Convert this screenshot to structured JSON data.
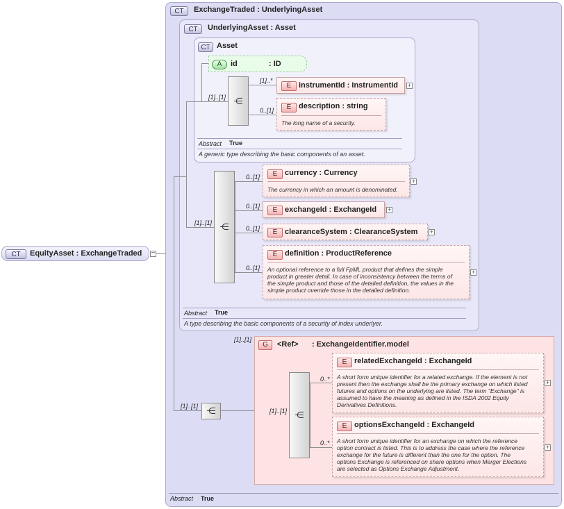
{
  "root": {
    "badge": "CT",
    "name": "EquityAsset",
    "type": "ExchangeTraded"
  },
  "exchange_traded": {
    "badge": "CT",
    "name": "ExchangeTraded",
    "base": "UnderlyingAsset",
    "abstract_label": "Abstract",
    "abstract_value": "True"
  },
  "underlying_asset": {
    "badge": "CT",
    "name": "UnderlyingAsset",
    "base": "Asset",
    "abstract_label": "Abstract",
    "abstract_value": "True",
    "doc": "A type describing the basic components of a security of index underlyer."
  },
  "asset": {
    "badge": "CT",
    "name": "Asset",
    "abstract_label": "Abstract",
    "abstract_value": "True",
    "doc": "A generic type describing the basic components of an asset.",
    "attribute": {
      "badge": "A",
      "name": "id",
      "type": ": ID"
    },
    "seq_card": "[1]..[1]",
    "elements": [
      {
        "badge": "E",
        "name": "instrumentId",
        "type": "InstrumentId",
        "card": "[1]..*",
        "doc": ""
      },
      {
        "badge": "E",
        "name": "description",
        "type": "string",
        "card": "0..[1]",
        "doc": "The long name of a security."
      }
    ]
  },
  "underlying_seq_card": "[1]..[1]",
  "underlying_elements": [
    {
      "badge": "E",
      "name": "currency",
      "type": "Currency",
      "card": "0..[1]",
      "doc": "The currency in which an amount is denominated."
    },
    {
      "badge": "E",
      "name": "exchangeId",
      "type": "ExchangeId",
      "card": "0..[1]",
      "doc": ""
    },
    {
      "badge": "E",
      "name": "clearanceSystem",
      "type": "ClearanceSystem",
      "card": "0..[1]",
      "doc": ""
    },
    {
      "badge": "E",
      "name": "definition",
      "type": "ProductReference",
      "card": "0..[1]",
      "doc_lines": [
        "An optional reference to a full FpML product that defines the simple",
        "product in greater detail. In case of inconsistency between the terms of",
        "the simple product and those of the detailed definition, the values in the",
        "simple product override those in the detailed definition."
      ]
    }
  ],
  "exchange_seq_card": "[1]..[1]",
  "group": {
    "badge": "G",
    "ref": "<Ref>",
    "name": ": ExchangeIdentifier.model",
    "card": "[1]..[1]",
    "seq_card": "[1]..[1]",
    "elements": [
      {
        "badge": "E",
        "name": "relatedExchangeId",
        "type": "ExchangeId",
        "card": "0..*",
        "doc_lines": [
          "A short form unique identifier for a related exchange. If the element is not",
          "present then the exchange shall be the primary exchange on which listed",
          "futures and options on the underlying are listed. The term \"Exchange\" is",
          "assumed to have the meaning as defined in the ISDA 2002 Equity",
          "Derivatives Definitions."
        ]
      },
      {
        "badge": "E",
        "name": "optionsExchangeId",
        "type": "ExchangeId",
        "card": "0..*",
        "doc_lines": [
          "A short form unique identifier for an exchange on which the reference",
          "option contract is listed. This is to address the case where the reference",
          "exchange for the future is different than the one for the option. The",
          "options Exchange is referenced on share options when Merger Elections",
          "are selected as Options Exchange Adjustment."
        ]
      }
    ]
  },
  "icons": {
    "sequence": "sequence-compositor-icon",
    "expand": "plus-icon",
    "collapse": "minus-icon"
  },
  "colors": {
    "complex_type": "#dcdcf5",
    "element": "#fde6e6",
    "group": "#fde3e3",
    "attribute": "#e9fbe9"
  }
}
